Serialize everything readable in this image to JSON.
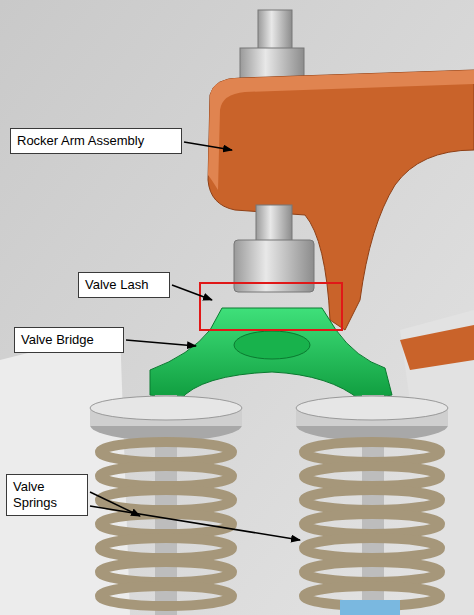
{
  "diagram": {
    "nodes": [
      {
        "text": [
          "Rocker Arm Assembly"
        ]
      },
      {
        "text": [
          "Valve Lash"
        ]
      },
      {
        "text": [
          "Valve Bridge"
        ]
      },
      {
        "text": [
          "Valve Springs"
        ]
      }
    ]
  }
}
